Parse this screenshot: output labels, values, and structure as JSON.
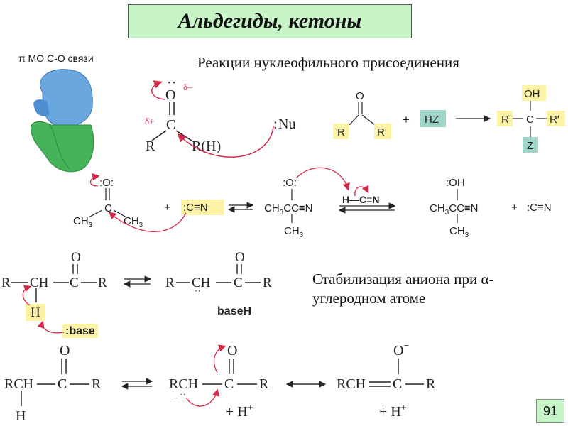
{
  "title": "Альдегиды, кетоны",
  "mo_label": "π MO C-O связи",
  "section_heading": "Реакции нуклеофильного присоединения",
  "stabilization_note": {
    "line1": "Стабилизация аниона при α-",
    "line2": "углеродном атоме"
  },
  "page_number": "91",
  "scheme1": {
    "o_dots": "··",
    "o": "O",
    "delta_minus": "δ–",
    "delta_plus": "δ+",
    "c": "C",
    "r": "R",
    "rh": "R(H)",
    "nu_dot": ":",
    "nu": "Nu"
  },
  "scheme2": {
    "o": "O",
    "r": "R",
    "c": "C",
    "r_prime": "R'",
    "plus": "+",
    "hz": "HZ",
    "oh": "OH",
    "z": "Z"
  },
  "scheme3": {
    "o": ":O:",
    "c": "C",
    "ch3": "CH",
    "sub3": "3",
    "plus": "+",
    "cn": ":C≡N",
    "ch3c": "CH",
    "cn_tail": "C≡N",
    "hcn": "H—C≡N",
    "oh": ":ÖH"
  },
  "scheme4": {
    "o": "O",
    "r": "R",
    "ch": "CH",
    "c": "C",
    "h": "H",
    "base": ":base",
    "baseh_text": "base",
    "baseh_h": "H"
  },
  "scheme5": {
    "o": "O",
    "rch": "RCH",
    "c": "C",
    "r": "R",
    "h": "H",
    "plus_h": "+ H",
    "sup": "+",
    "o_minus": "O",
    "minus": "−",
    "rch_eq": "RCH",
    "eq_c": "C"
  }
}
